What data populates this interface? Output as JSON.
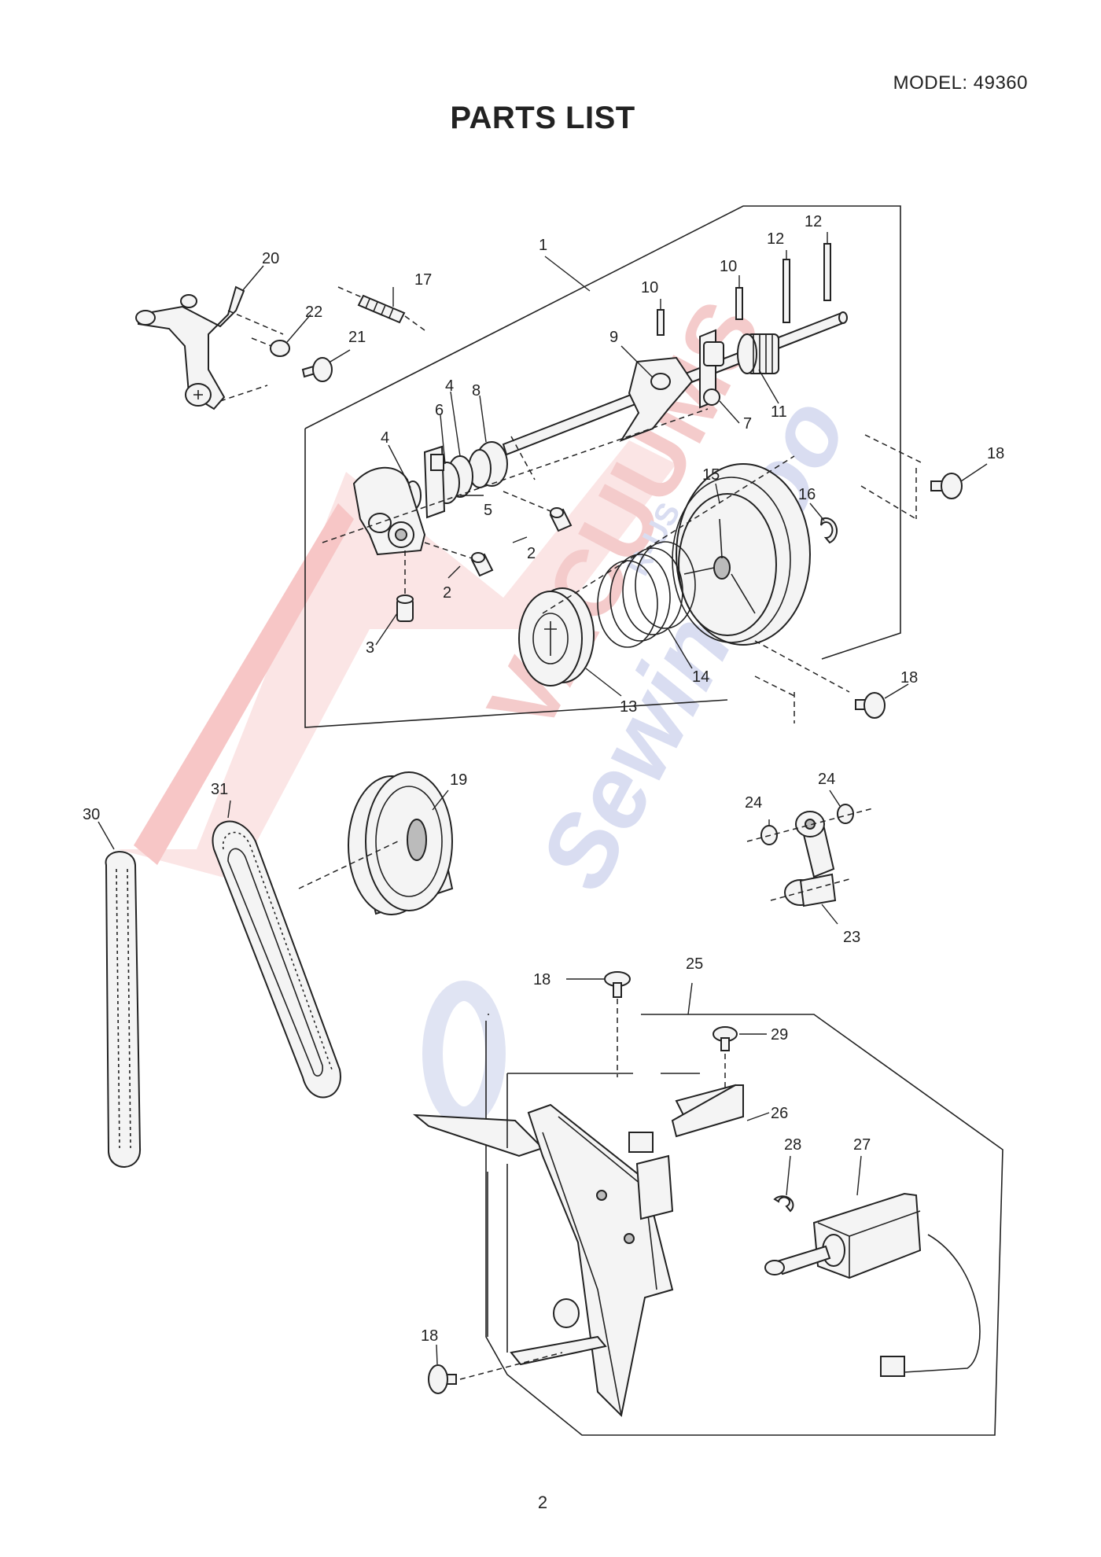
{
  "header": {
    "model": "MODEL: 49360",
    "title": "PARTS LIST"
  },
  "watermark": {
    "brand": "VACUUMS",
    "tagline": "Sewing too",
    "reg": "R-US"
  },
  "footer": {
    "page_number": "2"
  },
  "callouts": {
    "shaft_assembly": "1",
    "set_screw_a": "2",
    "set_screw_b": "2",
    "set_screw_c": "3",
    "bushing_a": "4",
    "bushing_b": "4",
    "collar": "5",
    "bushing_c": "6",
    "bushing_d": "7",
    "coupling": "8",
    "cam": "9",
    "pin_a": "10",
    "pin_b": "10",
    "gear": "11",
    "pin_c": "12",
    "pin_d": "12",
    "clutch": "13",
    "spring": "14",
    "pulley": "15",
    "e_ring_a": "16",
    "set_screw_d": "17",
    "screw_a": "18",
    "screw_b": "18",
    "screw_c": "18",
    "screw_d": "18",
    "idler": "19",
    "lever": "20",
    "screw_e": "21",
    "washer_a": "22",
    "link": "23",
    "washer_b": "24",
    "washer_c": "24",
    "unit_assembly": "25",
    "bracket": "26",
    "solenoid": "27",
    "e_ring_b": "28",
    "screw_f": "29",
    "belt_a": "30",
    "belt_b": "31"
  }
}
